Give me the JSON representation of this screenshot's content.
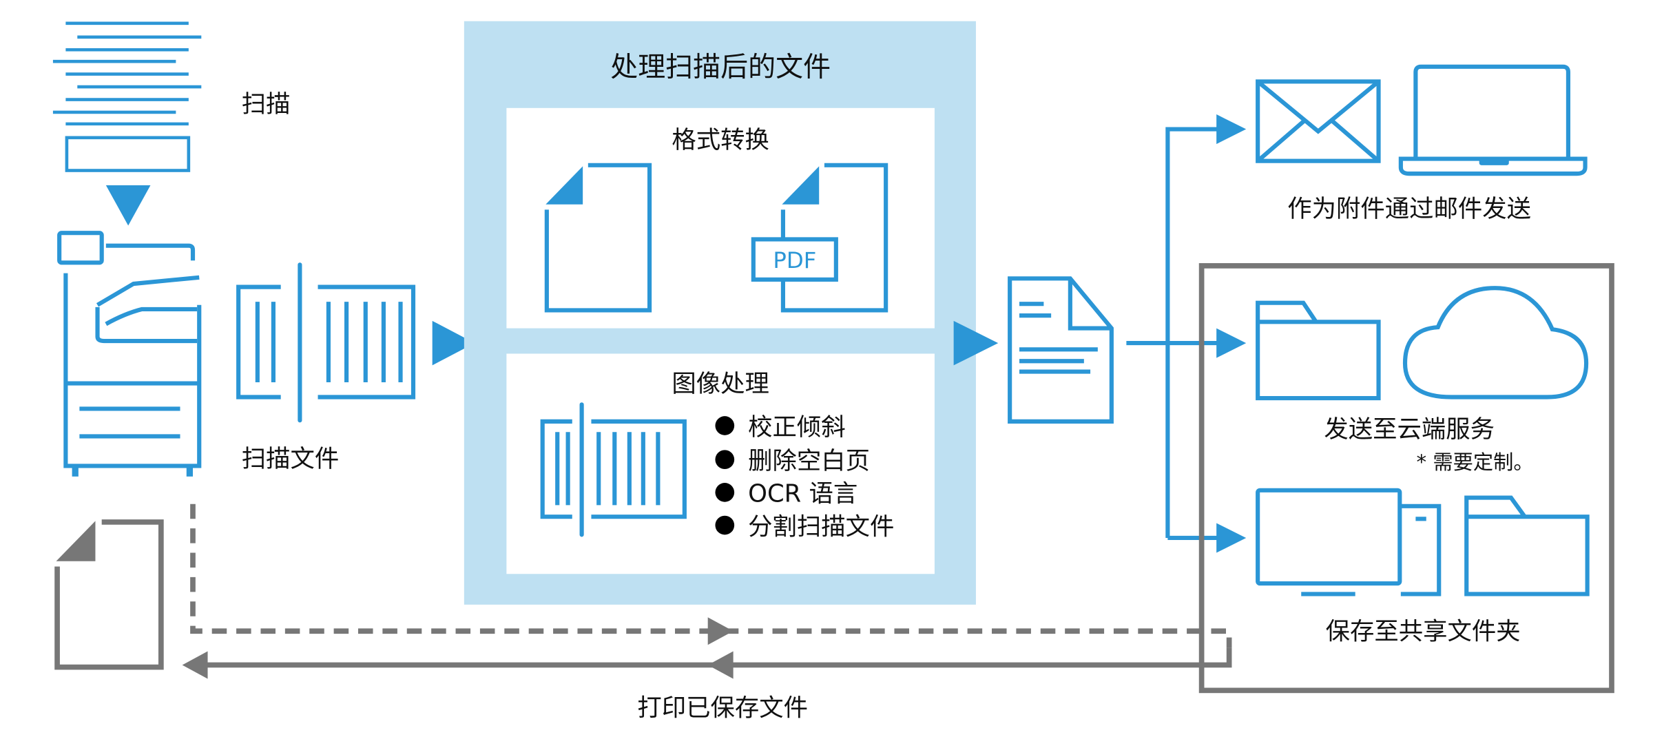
{
  "colors": {
    "accent": "#2b96d6",
    "panel": "#bee0f2",
    "gray": "#777777"
  },
  "scan": {
    "label": "扫描",
    "file_label": "扫描文件"
  },
  "process": {
    "title": "处理扫描后的文件",
    "format": {
      "title": "格式转换",
      "pdf_label": "PDF"
    },
    "image": {
      "title": "图像处理",
      "items": [
        "校正倾斜",
        "删除空白页",
        "OCR 语言",
        "分割扫描文件"
      ]
    }
  },
  "outputs": {
    "email": "作为附件通过邮件发送",
    "cloud": "发送至云端服务",
    "cloud_note": "* 需要定制。",
    "shared": "保存至共享文件夹"
  },
  "print": {
    "label": "打印已保存文件"
  }
}
